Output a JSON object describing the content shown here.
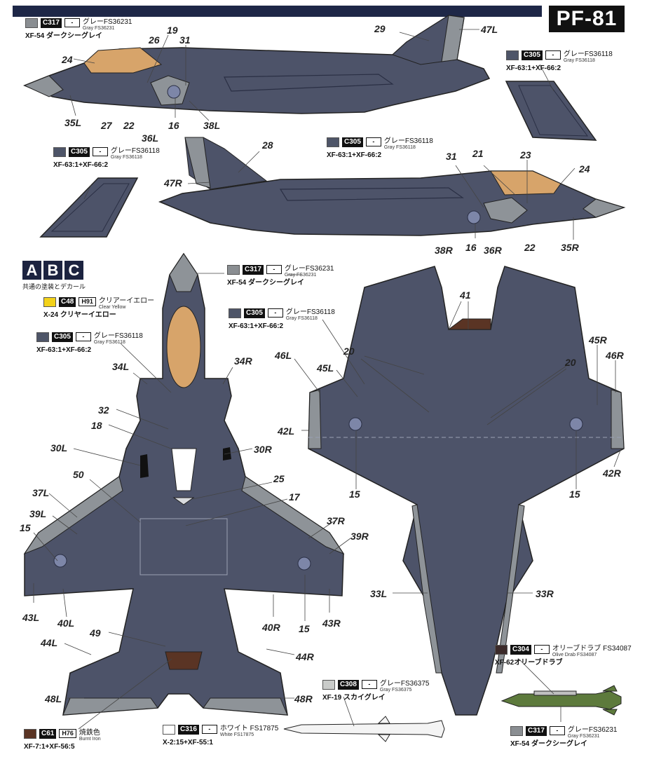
{
  "sheet_code": "PF-81",
  "abc": {
    "letters": [
      "A",
      "B",
      "C"
    ],
    "caption": "共通の塗装とデカール"
  },
  "colors": {
    "gray_36231": "#8a8e92",
    "gray_36118": "#4e5568",
    "clear_yellow": "#f3d21a",
    "olive_drab": "#3b2a2a",
    "burnt_iron": "#5a3424",
    "white": "#ffffff",
    "sky_gray": "#c9cbc9",
    "airframe": "#4d5369",
    "airframe_light": "#8e9398",
    "canopy": "#d7a46a",
    "roundel": "#7d86a8"
  },
  "callouts": {
    "c317_top": {
      "code": "C317",
      "h": "-",
      "jp": "グレーFS36231",
      "en": "Gray FS36231",
      "mix": "XF-54 ダークシーグレイ"
    },
    "c305_right": {
      "code": "C305",
      "h": "-",
      "jp": "グレーFS36118",
      "en": "Gray FS36118",
      "mix": "XF-63:1+XF-66:2"
    },
    "c305_left": {
      "code": "C305",
      "h": "-",
      "jp": "グレーFS36118",
      "en": "Gray FS36118",
      "mix": "XF-63:1+XF-66:2"
    },
    "c305_mid": {
      "code": "C305",
      "h": "-",
      "jp": "グレーFS36118",
      "en": "Gray FS36118",
      "mix": "XF-63:1+XF-66:2"
    },
    "c317_nose": {
      "code": "C317",
      "h": "-",
      "jp": "グレーFS36231",
      "en": "Gray FS36231",
      "mix": "XF-54 ダークシーグレイ"
    },
    "c305_body": {
      "code": "C305",
      "h": "-",
      "jp": "グレーFS36118",
      "en": "Gray FS36118",
      "mix": "XF-63:1+XF-66:2"
    },
    "c48": {
      "code": "C48",
      "h": "H91",
      "jp": "クリアーイエロー",
      "en": "Clear Yellow",
      "mix": "X-24 クリヤーイエロー"
    },
    "c305_plan": {
      "code": "C305",
      "h": "-",
      "jp": "グレーFS36118",
      "en": "Gray FS36118",
      "mix": "XF-63:1+XF-66:2"
    },
    "c304": {
      "code": "C304",
      "h": "-",
      "jp": "オリーブドラブ FS34087",
      "en": "Olive Drab FS34087",
      "mix": "XF-62オリーブドラブ"
    },
    "c308": {
      "code": "C308",
      "h": "-",
      "jp": "グレーFS36375",
      "en": "Gray FS36375",
      "mix": "XF-19 スカイグレイ"
    },
    "c316": {
      "code": "C316",
      "h": "-",
      "jp": "ホワイト FS17875",
      "en": "White FS17875",
      "mix": "X-2:15+XF-55:1"
    },
    "c61": {
      "code": "C61",
      "h": "H76",
      "jp": "焼鉄色",
      "en": "Burnt Iron",
      "mix": "XF-7:1+XF-56:5"
    },
    "c317_bomb": {
      "code": "C317",
      "h": "-",
      "jp": "グレーFS36231",
      "en": "Gray FS36231",
      "mix": "XF-54 ダークシーグレイ"
    }
  },
  "markers": {
    "m29": "29",
    "m47L": "47L",
    "m24a": "24",
    "m26": "26",
    "m19": "19",
    "m31a": "31",
    "m35L": "35L",
    "m27": "27",
    "m22a": "22",
    "m36L": "36L",
    "m16a": "16",
    "m38L": "38L",
    "m28": "28",
    "m47R": "47R",
    "m31b": "31",
    "m21": "21",
    "m23": "23",
    "m24b": "24",
    "m38R": "38R",
    "m16b": "16",
    "m36R": "36R",
    "m22b": "22",
    "m35R": "35R",
    "m34L": "34L",
    "m34R": "34R",
    "m32": "32",
    "m18": "18",
    "m30L": "30L",
    "m30R": "30R",
    "m50": "50",
    "m25": "25",
    "m17": "17",
    "m37L": "37L",
    "m39L": "39L",
    "m15a": "15",
    "m37R": "37R",
    "m39R": "39R",
    "m43L": "43L",
    "m40L": "40L",
    "m40R": "40R",
    "m15b": "15",
    "m43R": "43R",
    "m49": "49",
    "m44L": "44L",
    "m44R": "44R",
    "m48L": "48L",
    "m48R": "48R",
    "m41": "41",
    "m20a": "20",
    "m20b": "20",
    "m45R": "45R",
    "m46R": "46R",
    "m46L": "46L",
    "m45L": "45L",
    "m42L": "42L",
    "m42R": "42R",
    "m15c": "15",
    "m15d": "15",
    "m33L": "33L",
    "m33R": "33R"
  }
}
